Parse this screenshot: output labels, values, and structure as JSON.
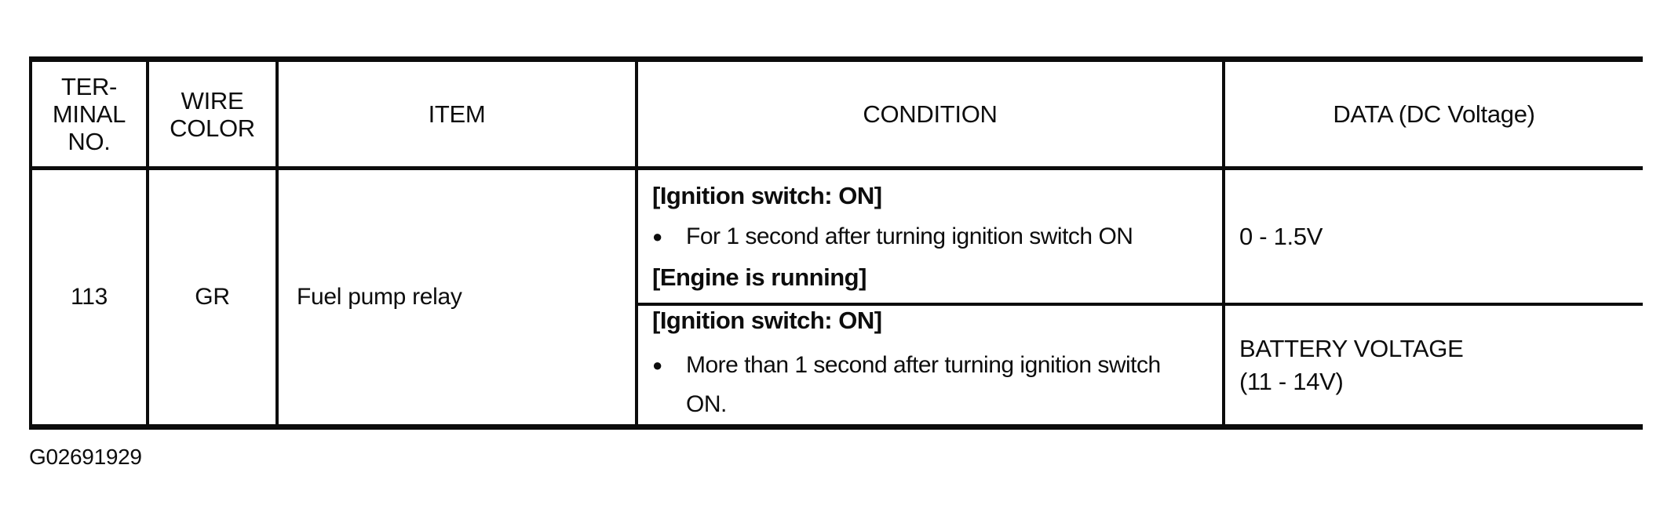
{
  "table": {
    "headers": {
      "terminal": "TER-\nMINAL\nNO.",
      "wire_color": "WIRE\nCOLOR",
      "item": "ITEM",
      "condition": "CONDITION",
      "data": "DATA (DC Voltage)"
    },
    "row": {
      "terminal_no": "113",
      "wire_color": "GR",
      "item": "Fuel pump relay",
      "bullet_glyph": "●",
      "conditions": [
        {
          "state": "[Ignition switch: ON]",
          "detail": "For 1 second after turning ignition switch ON",
          "state_2": "[Engine is running]",
          "data": "0 - 1.5V"
        },
        {
          "state": "[Ignition switch: ON]",
          "detail": "More than 1 second after turning ignition switch ON.",
          "data_line_1": "BATTERY VOLTAGE",
          "data_line_2": "(11 - 14V)"
        }
      ]
    }
  },
  "caption": "G02691929"
}
